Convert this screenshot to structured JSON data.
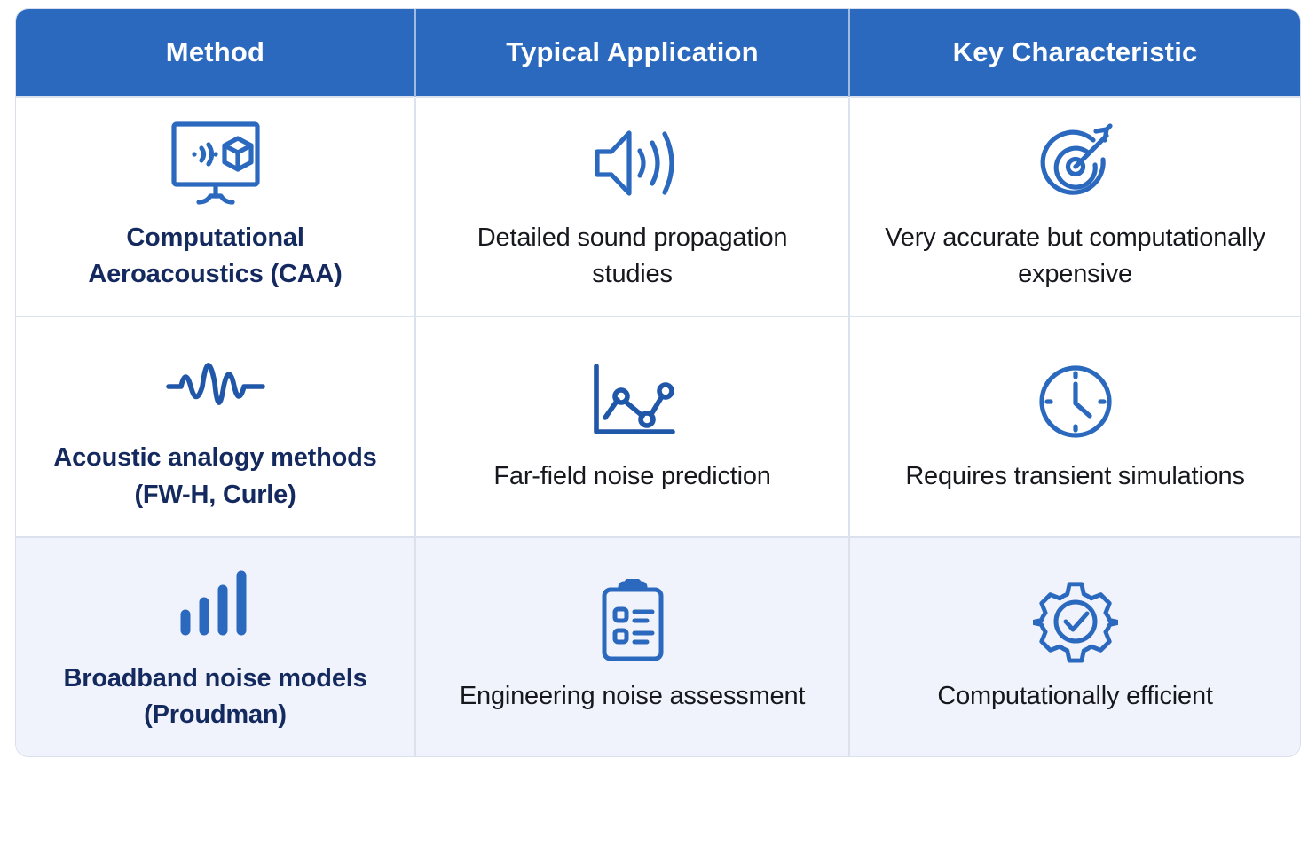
{
  "table": {
    "accent_color": "#2b69be",
    "header_text_color": "#ffffff",
    "title_color": "#14295e",
    "body_text_color": "#16181d",
    "border_color": "#dbe2ee",
    "highlight_row_color": "#f0f3fb",
    "columns": [
      {
        "label": "Method"
      },
      {
        "label": "Typical Application"
      },
      {
        "label": "Key Characteristic"
      }
    ],
    "rows": [
      {
        "highlighted": false,
        "method": {
          "icon": "monitor-sound-cube-icon",
          "label": "Computational Aeroacoustics (CAA)"
        },
        "application": {
          "icon": "speaker-volume-icon",
          "label": "Detailed sound propagation studies"
        },
        "characteristic": {
          "icon": "target-arrow-icon",
          "label": "Very accurate but computationally expensive"
        }
      },
      {
        "highlighted": false,
        "method": {
          "icon": "waveform-icon",
          "label": "Acoustic analogy methods (FW-H, Curle)"
        },
        "application": {
          "icon": "line-chart-icon",
          "label": "Far-field noise prediction"
        },
        "characteristic": {
          "icon": "clock-icon",
          "label": "Requires transient simulations"
        }
      },
      {
        "highlighted": true,
        "method": {
          "icon": "bar-chart-icon",
          "label": "Broadband noise models (Proudman)"
        },
        "application": {
          "icon": "clipboard-checklist-icon",
          "label": "Engineering noise assessment"
        },
        "characteristic": {
          "icon": "gear-check-icon",
          "label": "Computationally efficient"
        }
      }
    ]
  }
}
